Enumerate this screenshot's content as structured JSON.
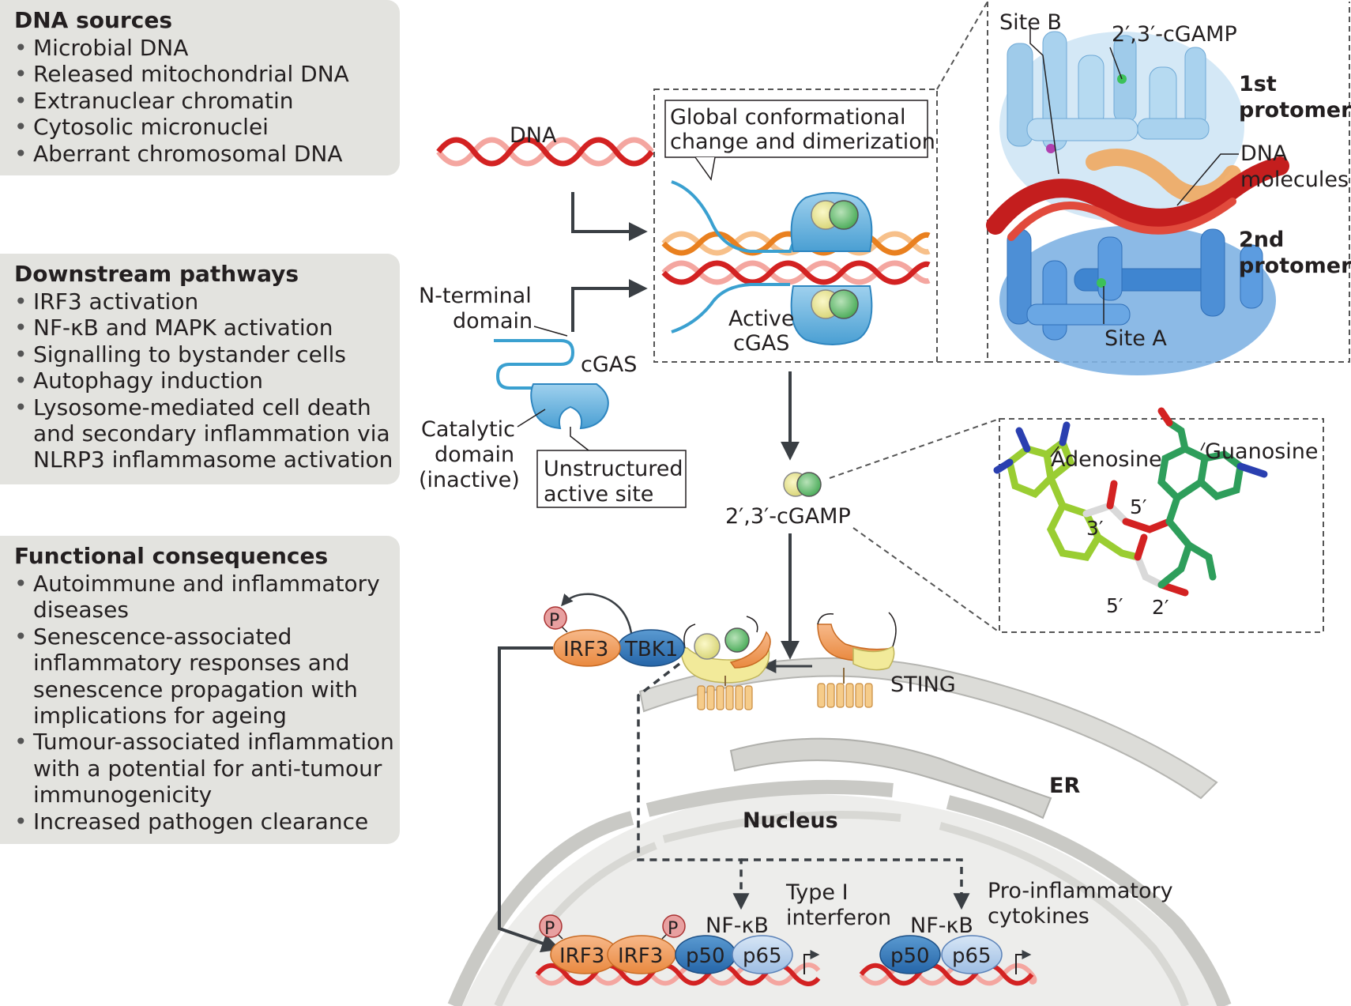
{
  "panels": {
    "dna_sources": {
      "title": "DNA sources",
      "items": [
        "Microbial DNA",
        "Released mitochondrial DNA",
        "Extranuclear chromatin",
        "Cytosolic micronuclei",
        "Aberrant chromosomal DNA"
      ]
    },
    "downstream": {
      "title": "Downstream pathways",
      "items": [
        "IRF3 activation",
        "NF-κB and MAPK activation",
        "Signalling to bystander cells",
        "Autophagy induction",
        "Lysosome-mediated cell death and secondary inflammation via NLRP3 inflammasome activation"
      ]
    },
    "consequences": {
      "title": "Functional consequences",
      "items": [
        "Autoimmune and inflammatory diseases",
        "Senescence-associated inflammatory responses and senescence propagation with implications for ageing",
        "Tumour-associated inflammation with a potential for anti-tumour immunogenicity",
        "Increased pathogen clearance"
      ]
    }
  },
  "labels": {
    "dna": "DNA",
    "n_terminal_1": "N-terminal",
    "n_terminal_2": "domain",
    "cgas": "cGAS",
    "catalytic_1": "Catalytic",
    "catalytic_2": "domain",
    "catalytic_3": "(inactive)",
    "unstructured_1": "Unstructured",
    "unstructured_2": "active site",
    "global_1": "Global conformational",
    "global_2": "change and dimerization",
    "active_1": "Active",
    "active_2": "cGAS",
    "site_b": "Site B",
    "cgamp_top": "2′,3′-cGAMP",
    "first_1": "1st",
    "first_2": "protomer",
    "dna_mol_1": "DNA",
    "dna_mol_2": "molecules",
    "second_1": "2nd",
    "second_2": "protomer",
    "site_a": "Site A",
    "cgamp_mid": "2′,3′-cGAMP",
    "adenosine": "Adenosine",
    "guanosine": "Guanosine",
    "pos_3": "3′",
    "pos_5a": "5′",
    "pos_5b": "5′",
    "pos_2": "2′",
    "sting": "STING",
    "irf3": "IRF3",
    "tbk1": "TBK1",
    "p": "P",
    "er": "ER",
    "nucleus": "Nucleus",
    "type1_1": "Type I",
    "type1_2": "interferon",
    "nfkb": "NF-κB",
    "p50": "p50",
    "p65": "p65",
    "pro_1": "Pro-inflammatory",
    "pro_2": "cytokines"
  }
}
